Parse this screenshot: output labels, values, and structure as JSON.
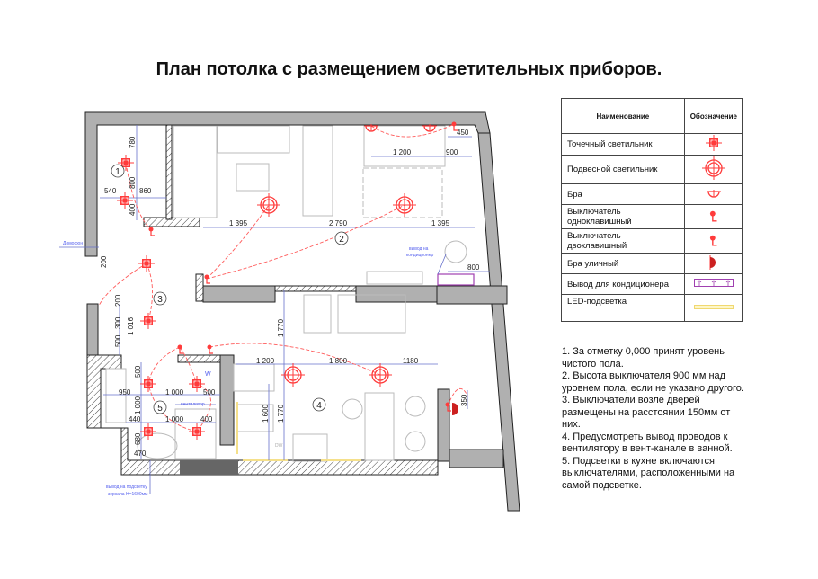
{
  "title": "План потолка с размещением осветительных приборов.",
  "legend": {
    "header_name": "Наименование",
    "header_symbol": "Обозначение",
    "items": [
      {
        "label": "Точечный светильник",
        "icon": "spot-light-icon"
      },
      {
        "label": "Подвесной светильник",
        "icon": "pendant-light-icon"
      },
      {
        "label": "Бра",
        "icon": "wall-lamp-icon"
      },
      {
        "label": "Выключатель одноклавишный",
        "icon": "single-switch-icon"
      },
      {
        "label": "Выключатель двоклавишный",
        "icon": "double-switch-icon"
      },
      {
        "label": "Бра уличный",
        "icon": "outdoor-wall-lamp-icon"
      },
      {
        "label": "Вывод для кондиционера",
        "icon": "ac-outlet-icon"
      },
      {
        "label": "LED-подсветка",
        "icon": "led-strip-icon"
      }
    ]
  },
  "notes": [
    "1. За отметку 0,000 принят уровень чистого пола.",
    "2. Высота выключателя 900 мм над уровнем пола, если не указано другого.",
    "3. Выключатели возле дверей размещены на расстоянии 150мм от них.",
    "4. Предусмотреть вывод проводов к вентилятору в вент-канале в ванной.",
    "5. Подсветки в кухне включаются выключателями, расположенными на самой подсветке."
  ],
  "plan": {
    "rooms": [
      "1",
      "2",
      "3",
      "4",
      "5"
    ],
    "dimensions": [
      "780",
      "800",
      "400",
      "540",
      "860",
      "1 395",
      "2 790",
      "1 395",
      "1 200",
      "900",
      "450",
      "800",
      "200",
      "200",
      "300",
      "1 016",
      "500",
      "500",
      "950",
      "1 000",
      "500",
      "1 000",
      "440",
      "1 000",
      "400",
      "680",
      "470",
      "1 770",
      "1 770",
      "1 600",
      "1 200",
      "1 800",
      "1180",
      "350"
    ],
    "labels": {
      "intercom": "Домофон",
      "ac_outlet_1": "вывод на",
      "ac_outlet_2": "кондиционер",
      "fan": "вентилятор",
      "mirror_1": "вывод на подсветку",
      "mirror_2": "зеркала H=1600мм",
      "dishwasher": "DW",
      "washer": "W"
    }
  },
  "colors": {
    "fixture": "#ff3b3b",
    "dimension": "#6670cc",
    "wall": "#b0b0b0",
    "ac_outlet": "#a040b0",
    "led": "#f5e08a",
    "outdoor_lamp": "#cc2020"
  }
}
